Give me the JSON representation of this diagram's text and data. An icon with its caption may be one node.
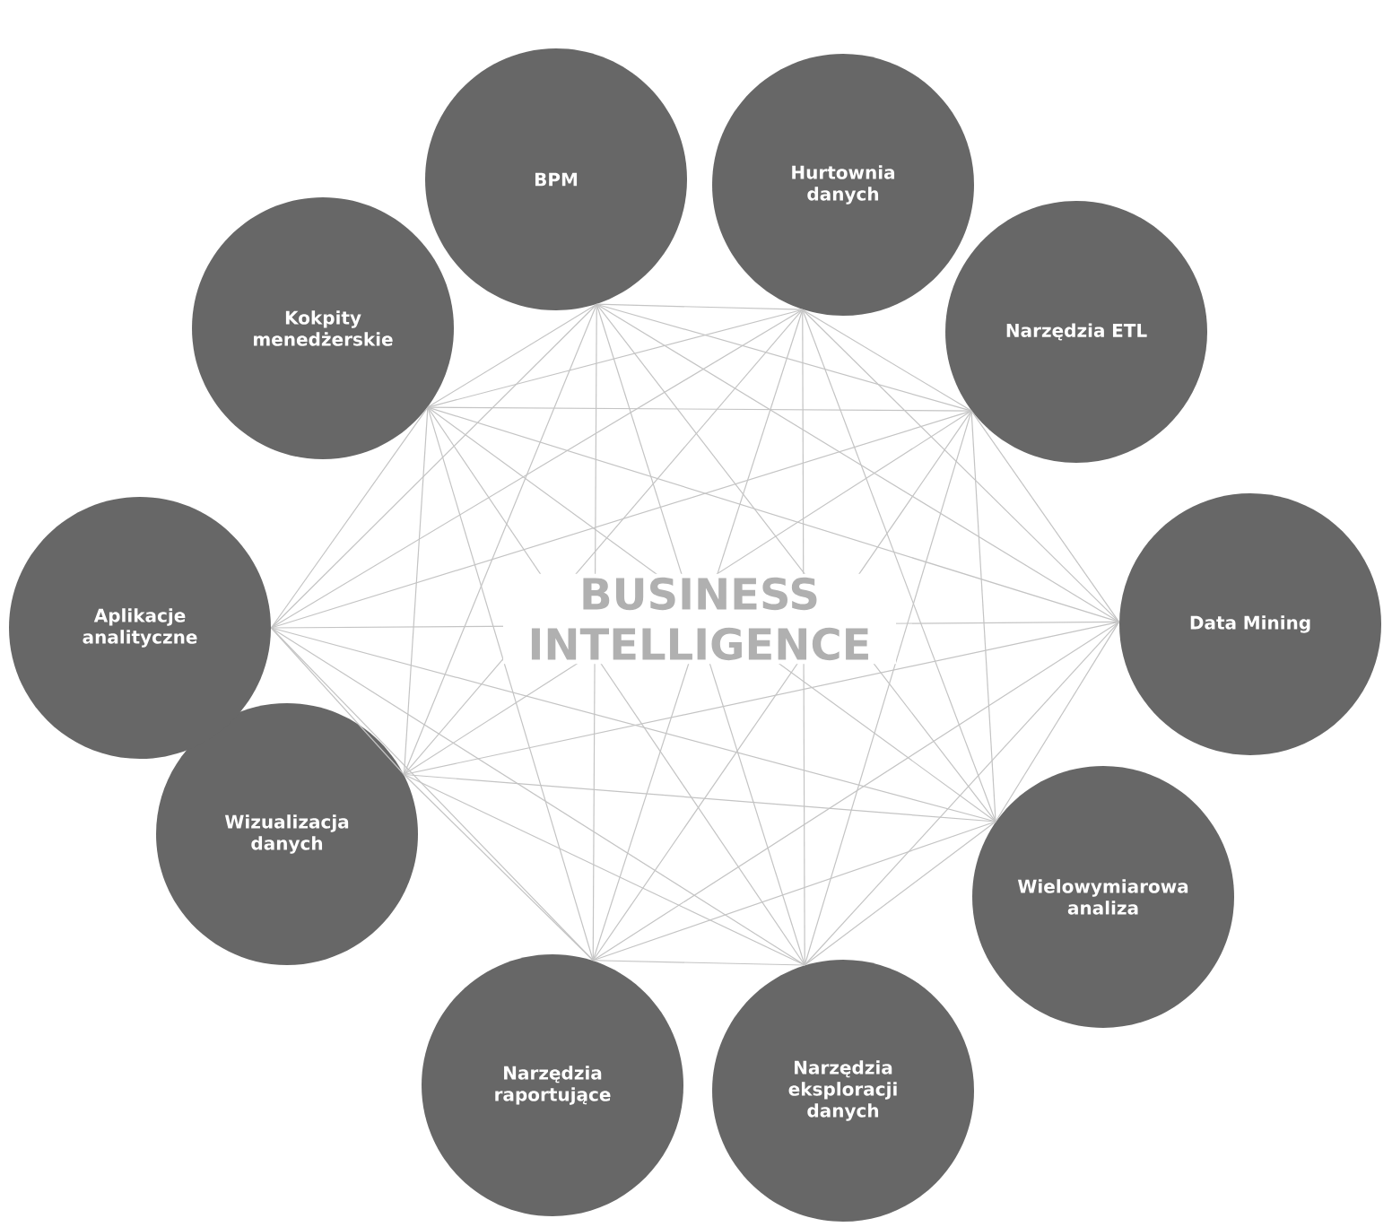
{
  "diagram": {
    "nodes": [
      {
        "text": [
          "BPM"
        ]
      },
      {
        "text": [
          "Hurtownia danych"
        ]
      },
      {
        "text": [
          "Narzędzia ETL"
        ]
      },
      {
        "text": [
          "Data Mining"
        ]
      },
      {
        "text": [
          "Wielowymiarowa analiza"
        ]
      },
      {
        "text": [
          "Narzędzia eksploracji danych"
        ]
      },
      {
        "text": [
          "Narzędzia raportujące"
        ]
      },
      {
        "text": [
          "Wizualizacja danych"
        ]
      },
      {
        "text": [
          "Aplikacje analityczne"
        ]
      },
      {
        "text": [
          "Kokpity menedżerskie"
        ]
      }
    ],
    "edges": [
      {
        "from": 0,
        "to": 1,
        "arrow": "none"
      },
      {
        "from": 0,
        "to": 2,
        "arrow": "none"
      },
      {
        "from": 0,
        "to": 3,
        "arrow": "none"
      },
      {
        "from": 0,
        "to": 4,
        "arrow": "none"
      },
      {
        "from": 0,
        "to": 5,
        "arrow": "none"
      },
      {
        "from": 0,
        "to": 6,
        "arrow": "none"
      },
      {
        "from": 0,
        "to": 7,
        "arrow": "none"
      },
      {
        "from": 0,
        "to": 8,
        "arrow": "none"
      },
      {
        "from": 0,
        "to": 9,
        "arrow": "none"
      },
      {
        "from": 1,
        "to": 2,
        "arrow": "none"
      },
      {
        "from": 1,
        "to": 3,
        "arrow": "none"
      },
      {
        "from": 1,
        "to": 4,
        "arrow": "none"
      },
      {
        "from": 1,
        "to": 5,
        "arrow": "none"
      },
      {
        "from": 1,
        "to": 6,
        "arrow": "none"
      },
      {
        "from": 1,
        "to": 7,
        "arrow": "none"
      },
      {
        "from": 1,
        "to": 8,
        "arrow": "none"
      },
      {
        "from": 1,
        "to": 9,
        "arrow": "none"
      },
      {
        "from": 2,
        "to": 3,
        "arrow": "none"
      },
      {
        "from": 2,
        "to": 4,
        "arrow": "none"
      },
      {
        "from": 2,
        "to": 5,
        "arrow": "none"
      },
      {
        "from": 2,
        "to": 6,
        "arrow": "none"
      },
      {
        "from": 2,
        "to": 7,
        "arrow": "none"
      },
      {
        "from": 2,
        "to": 8,
        "arrow": "none"
      },
      {
        "from": 2,
        "to": 9,
        "arrow": "none"
      },
      {
        "from": 3,
        "to": 4,
        "arrow": "none"
      },
      {
        "from": 3,
        "to": 5,
        "arrow": "none"
      },
      {
        "from": 3,
        "to": 6,
        "arrow": "none"
      },
      {
        "from": 3,
        "to": 7,
        "arrow": "none"
      },
      {
        "from": 3,
        "to": 8,
        "arrow": "none"
      },
      {
        "from": 3,
        "to": 9,
        "arrow": "none"
      },
      {
        "from": 4,
        "to": 5,
        "arrow": "none"
      },
      {
        "from": 4,
        "to": 6,
        "arrow": "none"
      },
      {
        "from": 4,
        "to": 7,
        "arrow": "none"
      },
      {
        "from": 4,
        "to": 8,
        "arrow": "none"
      },
      {
        "from": 4,
        "to": 9,
        "arrow": "none"
      },
      {
        "from": 5,
        "to": 6,
        "arrow": "none"
      },
      {
        "from": 5,
        "to": 7,
        "arrow": "none"
      },
      {
        "from": 5,
        "to": 8,
        "arrow": "none"
      },
      {
        "from": 5,
        "to": 9,
        "arrow": "none"
      },
      {
        "from": 6,
        "to": 7,
        "arrow": "none"
      },
      {
        "from": 6,
        "to": 8,
        "arrow": "none"
      },
      {
        "from": 6,
        "to": 9,
        "arrow": "none"
      },
      {
        "from": 7,
        "to": 8,
        "arrow": "none"
      },
      {
        "from": 7,
        "to": 9,
        "arrow": "none"
      },
      {
        "from": 8,
        "to": 9,
        "arrow": "none"
      }
    ],
    "labels": [
      "BUSINESS INTELLIGENCE"
    ]
  }
}
